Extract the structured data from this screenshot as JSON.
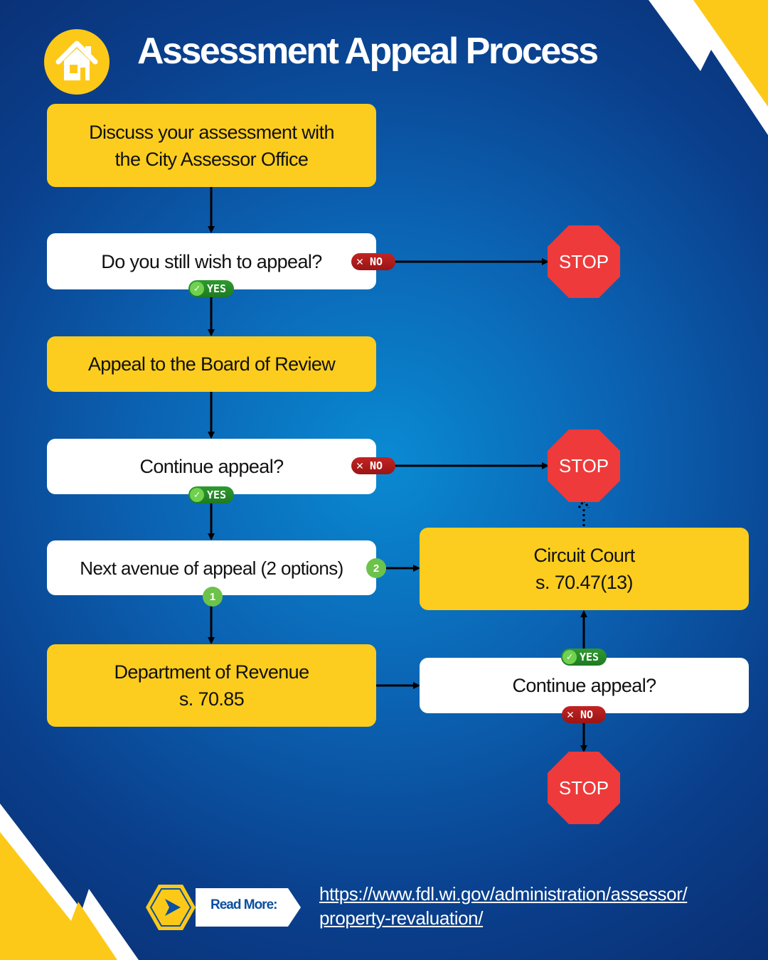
{
  "title": "Assessment Appeal Process",
  "icons": {
    "header": "house-icon",
    "readmore": "chevron-right-icon",
    "yes": "checkmark-icon",
    "no": "x-icon"
  },
  "colors": {
    "accent_yellow": "#fccd1e",
    "background_blue": "#0b63b3",
    "stop_red": "#ee3a3a",
    "yes_green": "#2f9a2f",
    "no_red": "#c22424"
  },
  "nodes": {
    "discuss": {
      "line1": "Discuss your assessment with",
      "line2": "the City Assessor Office"
    },
    "still_appeal": "Do you still wish to appeal?",
    "board_review": "Appeal to the Board of Review",
    "continue_1": "Continue appeal?",
    "next_avenue": "Next avenue of appeal (2 options)",
    "circuit_court": {
      "line1": "Circuit Court",
      "line2": "s. 70.47(13)"
    },
    "dept_revenue": {
      "line1": "Department of Revenue",
      "line2": "s. 70.85"
    },
    "continue_2": "Continue appeal?"
  },
  "labels": {
    "yes": "YES",
    "no": "NO",
    "stop": "STOP",
    "option_1": "1",
    "option_2": "2"
  },
  "footer": {
    "read_more": "Read More:",
    "url_line1": "https://www.fdl.wi.gov/administration/assessor/",
    "url_line2": "property-revaluation/"
  }
}
